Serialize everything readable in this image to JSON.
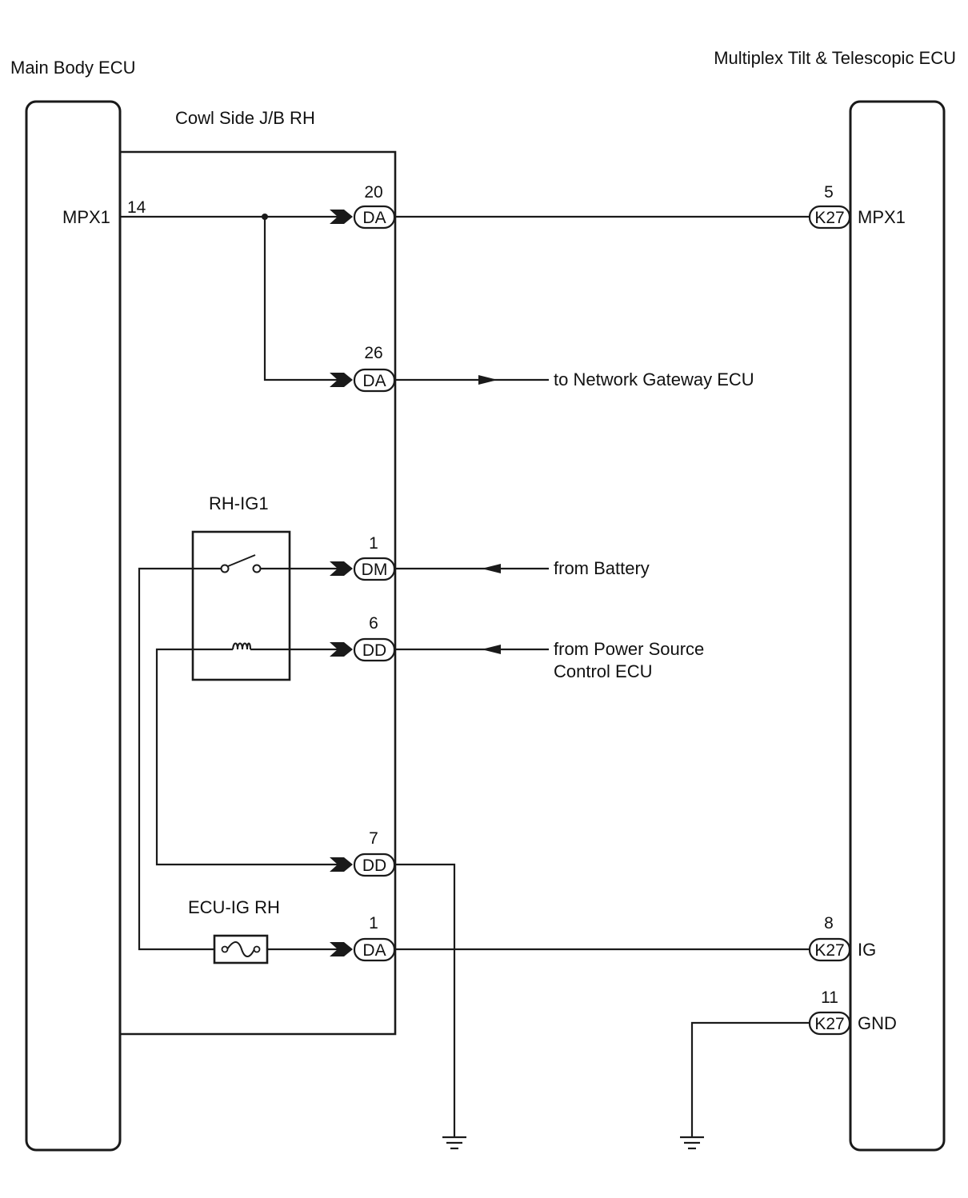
{
  "components": {
    "main_body_ecu": "Main Body ECU",
    "tilt_telescopic_ecu": "Multiplex Tilt & Telescopic ECU",
    "cowl_jb": "Cowl Side J/B RH",
    "relay": "RH-IG1",
    "fuse": "ECU-IG RH"
  },
  "main_body_ecu_pin": {
    "number": "14",
    "signal": "MPX1"
  },
  "jb_connectors": [
    {
      "pin": "20",
      "connector": "DA"
    },
    {
      "pin": "26",
      "connector": "DA"
    },
    {
      "pin": "1",
      "connector": "DM"
    },
    {
      "pin": "6",
      "connector": "DD"
    },
    {
      "pin": "7",
      "connector": "DD"
    },
    {
      "pin": "1",
      "connector": "DA"
    }
  ],
  "tilt_ecu_pins": [
    {
      "pin": "5",
      "connector": "K27",
      "signal": "MPX1"
    },
    {
      "pin": "8",
      "connector": "K27",
      "signal": "IG"
    },
    {
      "pin": "11",
      "connector": "K27",
      "signal": "GND"
    }
  ],
  "external": {
    "network_gateway": "to Network Gateway ECU",
    "battery": "from Battery",
    "power_source_line1": "from Power Source",
    "power_source_line2": "Control ECU"
  }
}
